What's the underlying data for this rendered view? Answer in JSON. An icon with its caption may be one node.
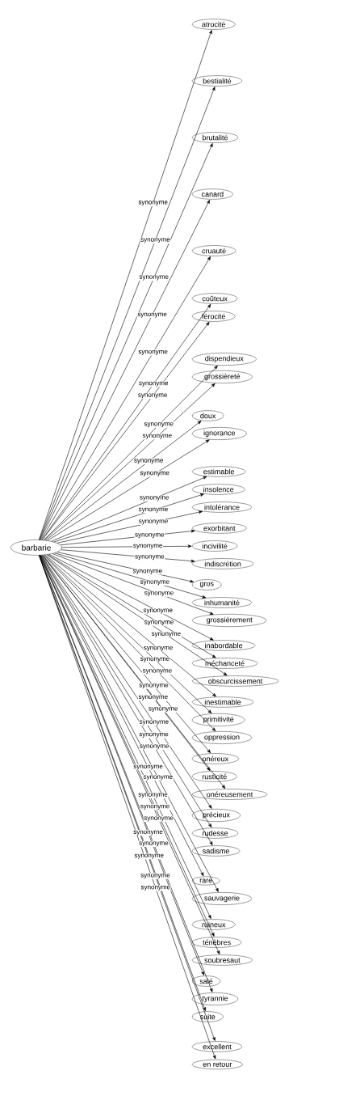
{
  "diagram": {
    "nodes": [
      {
        "text": [
          "barbarie"
        ]
      },
      {
        "text": [
          "atrocité"
        ]
      },
      {
        "text": [
          "bestialité"
        ]
      },
      {
        "text": [
          "brutalité"
        ]
      },
      {
        "text": [
          "canard"
        ]
      },
      {
        "text": [
          "cruauté"
        ]
      },
      {
        "text": [
          "coûteux"
        ]
      },
      {
        "text": [
          "férocité"
        ]
      },
      {
        "text": [
          "dispendieux"
        ]
      },
      {
        "text": [
          "grossièreté"
        ]
      },
      {
        "text": [
          "doux"
        ]
      },
      {
        "text": [
          "ignorance"
        ]
      },
      {
        "text": [
          "estimable"
        ]
      },
      {
        "text": [
          "insolence"
        ]
      },
      {
        "text": [
          "intolérance"
        ]
      },
      {
        "text": [
          "exorbitant"
        ]
      },
      {
        "text": [
          "incivilité"
        ]
      },
      {
        "text": [
          "indiscrétion"
        ]
      },
      {
        "text": [
          "gros"
        ]
      },
      {
        "text": [
          "inhumanité"
        ]
      },
      {
        "text": [
          "grossièrement"
        ]
      },
      {
        "text": [
          "inabordable"
        ]
      },
      {
        "text": [
          "méchanceté"
        ]
      },
      {
        "text": [
          "obscurcissement"
        ]
      },
      {
        "text": [
          "inestimable"
        ]
      },
      {
        "text": [
          "primitivité"
        ]
      },
      {
        "text": [
          "oppression"
        ]
      },
      {
        "text": [
          "onéreux"
        ]
      },
      {
        "text": [
          "rusticité"
        ]
      },
      {
        "text": [
          "onéreusement"
        ]
      },
      {
        "text": [
          "précieux"
        ]
      },
      {
        "text": [
          "rudesse"
        ]
      },
      {
        "text": [
          "sadisme"
        ]
      },
      {
        "text": [
          "rare"
        ]
      },
      {
        "text": [
          "sauvagerie"
        ]
      },
      {
        "text": [
          "ruineux"
        ]
      },
      {
        "text": [
          "ténèbres"
        ]
      },
      {
        "text": [
          "soubresaut"
        ]
      },
      {
        "text": [
          "salé"
        ]
      },
      {
        "text": [
          "tyrannie"
        ]
      },
      {
        "text": [
          "suite"
        ]
      },
      {
        "text": [
          "excellent"
        ]
      },
      {
        "text": [
          "en retour"
        ]
      }
    ],
    "edges": [
      {
        "from": 0,
        "to": 1,
        "arrow": "to",
        "label": "synonyme"
      },
      {
        "from": 0,
        "to": 2,
        "arrow": "to",
        "label": "synonyme"
      },
      {
        "from": 0,
        "to": 3,
        "arrow": "to",
        "label": "synonyme"
      },
      {
        "from": 0,
        "to": 4,
        "arrow": "to",
        "label": "synonyme"
      },
      {
        "from": 0,
        "to": 5,
        "arrow": "to",
        "label": "synonyme"
      },
      {
        "from": 0,
        "to": 6,
        "arrow": "to",
        "label": "synonyme"
      },
      {
        "from": 0,
        "to": 7,
        "arrow": "to",
        "label": "synonyme"
      },
      {
        "from": 0,
        "to": 8,
        "arrow": "to",
        "label": "synonyme"
      },
      {
        "from": 0,
        "to": 9,
        "arrow": "to",
        "label": "synonyme"
      },
      {
        "from": 0,
        "to": 10,
        "arrow": "to",
        "label": "synonyme"
      },
      {
        "from": 0,
        "to": 11,
        "arrow": "to",
        "label": "synonyme"
      },
      {
        "from": 0,
        "to": 12,
        "arrow": "to",
        "label": "synonyme"
      },
      {
        "from": 0,
        "to": 13,
        "arrow": "to",
        "label": "synonyme"
      },
      {
        "from": 0,
        "to": 14,
        "arrow": "to",
        "label": "synonyme"
      },
      {
        "from": 0,
        "to": 15,
        "arrow": "to",
        "label": "synonyme"
      },
      {
        "from": 0,
        "to": 16,
        "arrow": "to",
        "label": "synonyme"
      },
      {
        "from": 0,
        "to": 17,
        "arrow": "to",
        "label": "synonyme"
      },
      {
        "from": 0,
        "to": 18,
        "arrow": "to",
        "label": "synonyme"
      },
      {
        "from": 0,
        "to": 19,
        "arrow": "to",
        "label": "synonyme"
      },
      {
        "from": 0,
        "to": 20,
        "arrow": "to",
        "label": "synonyme"
      },
      {
        "from": 0,
        "to": 21,
        "arrow": "to",
        "label": "synonyme"
      },
      {
        "from": 0,
        "to": 22,
        "arrow": "to",
        "label": "synonyme"
      },
      {
        "from": 0,
        "to": 23,
        "arrow": "to",
        "label": "synonyme"
      },
      {
        "from": 0,
        "to": 24,
        "arrow": "to",
        "label": "synonyme"
      },
      {
        "from": 0,
        "to": 25,
        "arrow": "to",
        "label": "synonyme"
      },
      {
        "from": 0,
        "to": 26,
        "arrow": "to",
        "label": "synonyme"
      },
      {
        "from": 0,
        "to": 27,
        "arrow": "to",
        "label": "synonyme"
      },
      {
        "from": 0,
        "to": 28,
        "arrow": "to",
        "label": "synonyme"
      },
      {
        "from": 0,
        "to": 29,
        "arrow": "to",
        "label": "synonyme"
      },
      {
        "from": 0,
        "to": 30,
        "arrow": "to",
        "label": "synonyme"
      },
      {
        "from": 0,
        "to": 31,
        "arrow": "to",
        "label": "synonyme"
      },
      {
        "from": 0,
        "to": 32,
        "arrow": "to",
        "label": "synonyme"
      },
      {
        "from": 0,
        "to": 33,
        "arrow": "to",
        "label": "synonyme"
      },
      {
        "from": 0,
        "to": 34,
        "arrow": "to",
        "label": "synonyme"
      },
      {
        "from": 0,
        "to": 35,
        "arrow": "to",
        "label": "synonyme"
      },
      {
        "from": 0,
        "to": 36,
        "arrow": "to",
        "label": "synonyme"
      },
      {
        "from": 0,
        "to": 37,
        "arrow": "to",
        "label": "synonyme"
      },
      {
        "from": 0,
        "to": 38,
        "arrow": "to",
        "label": "synonyme"
      },
      {
        "from": 0,
        "to": 39,
        "arrow": "to",
        "label": "synonyme"
      },
      {
        "from": 0,
        "to": 40,
        "arrow": "to",
        "label": "synonyme"
      },
      {
        "from": 0,
        "to": 41,
        "arrow": "to",
        "label": "synonyme"
      },
      {
        "from": 0,
        "to": 42,
        "arrow": "to",
        "label": "synonyme"
      }
    ]
  }
}
